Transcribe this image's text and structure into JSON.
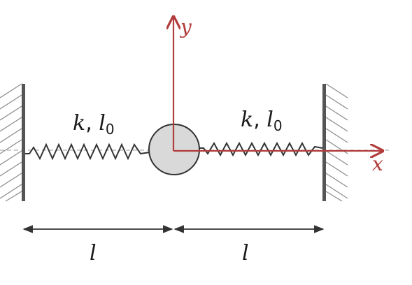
{
  "labels": {
    "spring_left": {
      "k": "k",
      "sep": ", ",
      "l": "l",
      "sub": "0"
    },
    "spring_right": {
      "k": "k",
      "sep": ", ",
      "l": "l",
      "sub": "0"
    },
    "axis_y": "y",
    "axis_x": "x",
    "dim_left": "l",
    "dim_right": "l"
  },
  "colors": {
    "axis": "#b23b3b",
    "spring": "#333333",
    "wall": "#555555",
    "hatch": "#8a8a8a",
    "mass_fill": "#d9d9d9",
    "mass_stroke": "#333333",
    "dim": "#333333",
    "centerline": "#bdbdbd",
    "text": "#1a1a1a"
  }
}
